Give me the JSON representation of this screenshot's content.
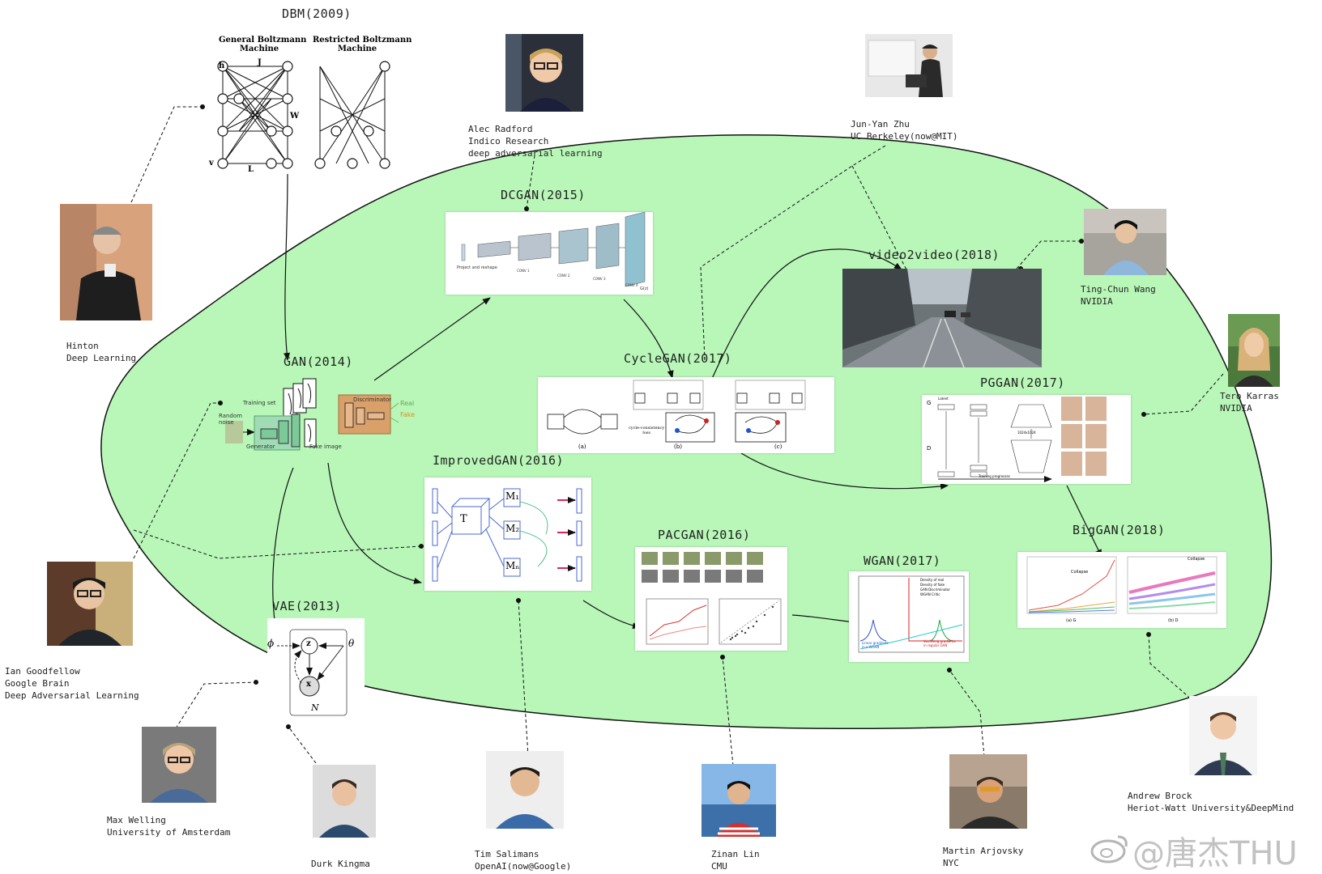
{
  "colors": {
    "blob": "#b8f7b8",
    "line": "#222222"
  },
  "models": {
    "dbm": {
      "title": "DBM(2009)",
      "left_caption": "General Boltzmann\nMachine",
      "right_caption": "Restricted Boltzmann\nMachine",
      "labels": {
        "h": "h",
        "j": "J",
        "w": "W",
        "v": "v",
        "l": "L"
      }
    },
    "gan": {
      "title": "GAN(2014)",
      "training_set": "Training set",
      "discriminator": "Discriminator",
      "real": "Real",
      "fake": "Fake",
      "random_noise": "Random\nnoise",
      "generator": "Generator",
      "fake_image": "Fake image"
    },
    "dcgan": {
      "title": "DCGAN(2015)",
      "project": "Project and reshape",
      "layers": [
        "CONV 1",
        "CONV 2",
        "CONV 3",
        "CONV 4"
      ],
      "gz": "G(z)"
    },
    "cyclegan": {
      "title": "CycleGAN(2017)",
      "panels": [
        "(a)",
        "(b)",
        "(c)"
      ],
      "loss": "cycle-consistency\nloss"
    },
    "improvedgan": {
      "title": "ImprovedGAN(2016)",
      "t": "T",
      "m": [
        "M₁",
        "M₂",
        "Mₙ"
      ]
    },
    "video2video": {
      "title": "video2video(2018)"
    },
    "pggan": {
      "title": "PGGAN(2017)",
      "g": "G",
      "d": "D",
      "latent": "Latent",
      "training_progresses": "Training progresses",
      "res_top": "1024x1024"
    },
    "pacgan": {
      "title": "PACGAN(2016)"
    },
    "wgan": {
      "title": "WGAN(2017)",
      "legend": [
        "Density of real",
        "Density of fake",
        "GAN Discriminator",
        "WGAN Critic"
      ],
      "vanishing": "Vanishing gradients\nin regular GAN",
      "linear": "Linear gradients\nin a WGAN"
    },
    "biggan": {
      "title": "BigGAN(2018)",
      "collapse": "Collapse",
      "sub_a": "(a) G",
      "sub_b": "(b) D"
    },
    "vae": {
      "title": "VAE(2013)",
      "phi": "ϕ",
      "theta": "θ",
      "z": "z",
      "x": "x",
      "n": "N"
    }
  },
  "people": {
    "hinton": "Hinton\nDeep Learning",
    "radford": "Alec Radford\nIndico Research\ndeep adversarial learning",
    "zhu": "Jun-Yan Zhu\nUC Berkeley(now@MIT)",
    "wang": "Ting-Chun Wang\nNVIDIA",
    "karras": "Tero Karras\nNVIDIA",
    "goodfellow": "Ian Goodfellow\nGoogle Brain\nDeep Adversarial Learning",
    "welling": "Max Welling\nUniversity of Amsterdam",
    "kingma": "Durk Kingma",
    "salimans": "Tim Salimans\nOpenAI(now@Google)",
    "lin": "Zinan Lin\nCMU",
    "arjovsky": "Martin Arjovsky\nNYC",
    "brock": "Andrew Brock\nHeriot-Watt University&DeepMind"
  },
  "watermark": "@唐杰THU"
}
